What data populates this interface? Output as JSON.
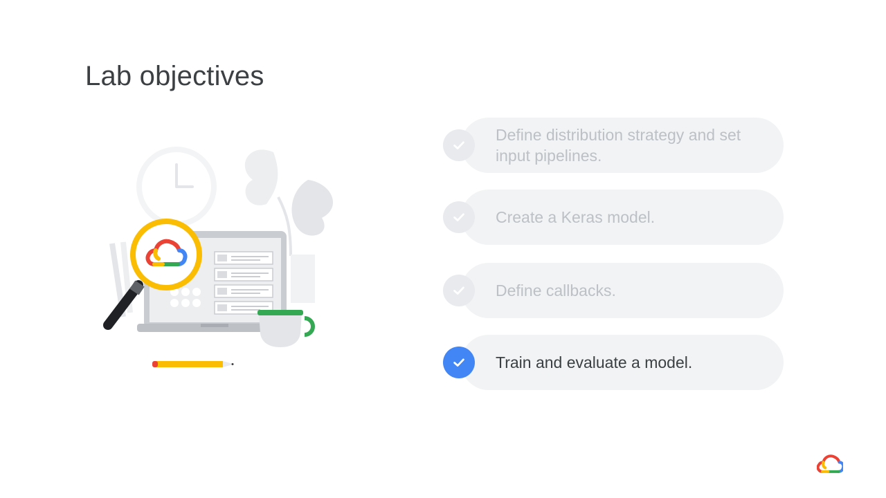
{
  "slide": {
    "title": "Lab objectives"
  },
  "objectives": [
    {
      "label": "Define distribution strategy and set input pipelines.",
      "done": false
    },
    {
      "label": "Create a Keras model.",
      "done": false
    },
    {
      "label": "Define callbacks.",
      "done": false
    },
    {
      "label": "Train and evaluate a model.",
      "done": true
    }
  ],
  "colors": {
    "accent": "#4285f4",
    "text_active": "#3c4043",
    "text_inactive": "#bdc1c6",
    "pill_bg": "#f1f3f4",
    "google_red": "#ea4335",
    "google_yellow": "#fbbc04",
    "google_green": "#34a853",
    "google_blue": "#4285f4"
  },
  "icons": {
    "check": "checkmark-icon",
    "brand": "google-cloud-logo"
  }
}
